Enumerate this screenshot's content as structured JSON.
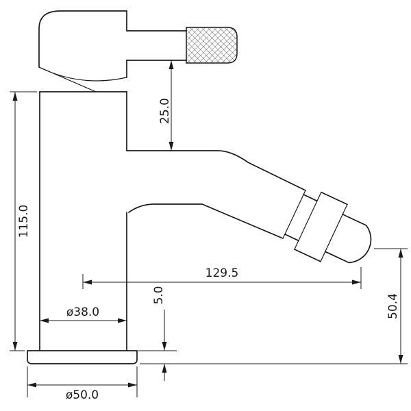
{
  "drawing": {
    "subject": "single-lever bidet mixer tap, side elevation with dimensions",
    "colors": {
      "line": "#1a1a1a",
      "background": "#ffffff"
    },
    "labels": {
      "overall_height": "115.0",
      "handle_clearance": "25.0",
      "spout_reach": "129.5",
      "base_plate_height": "5.0",
      "spout_outlet_height": "50.4",
      "body_diameter": "ø38.0",
      "base_diameter": "ø50.0"
    }
  }
}
